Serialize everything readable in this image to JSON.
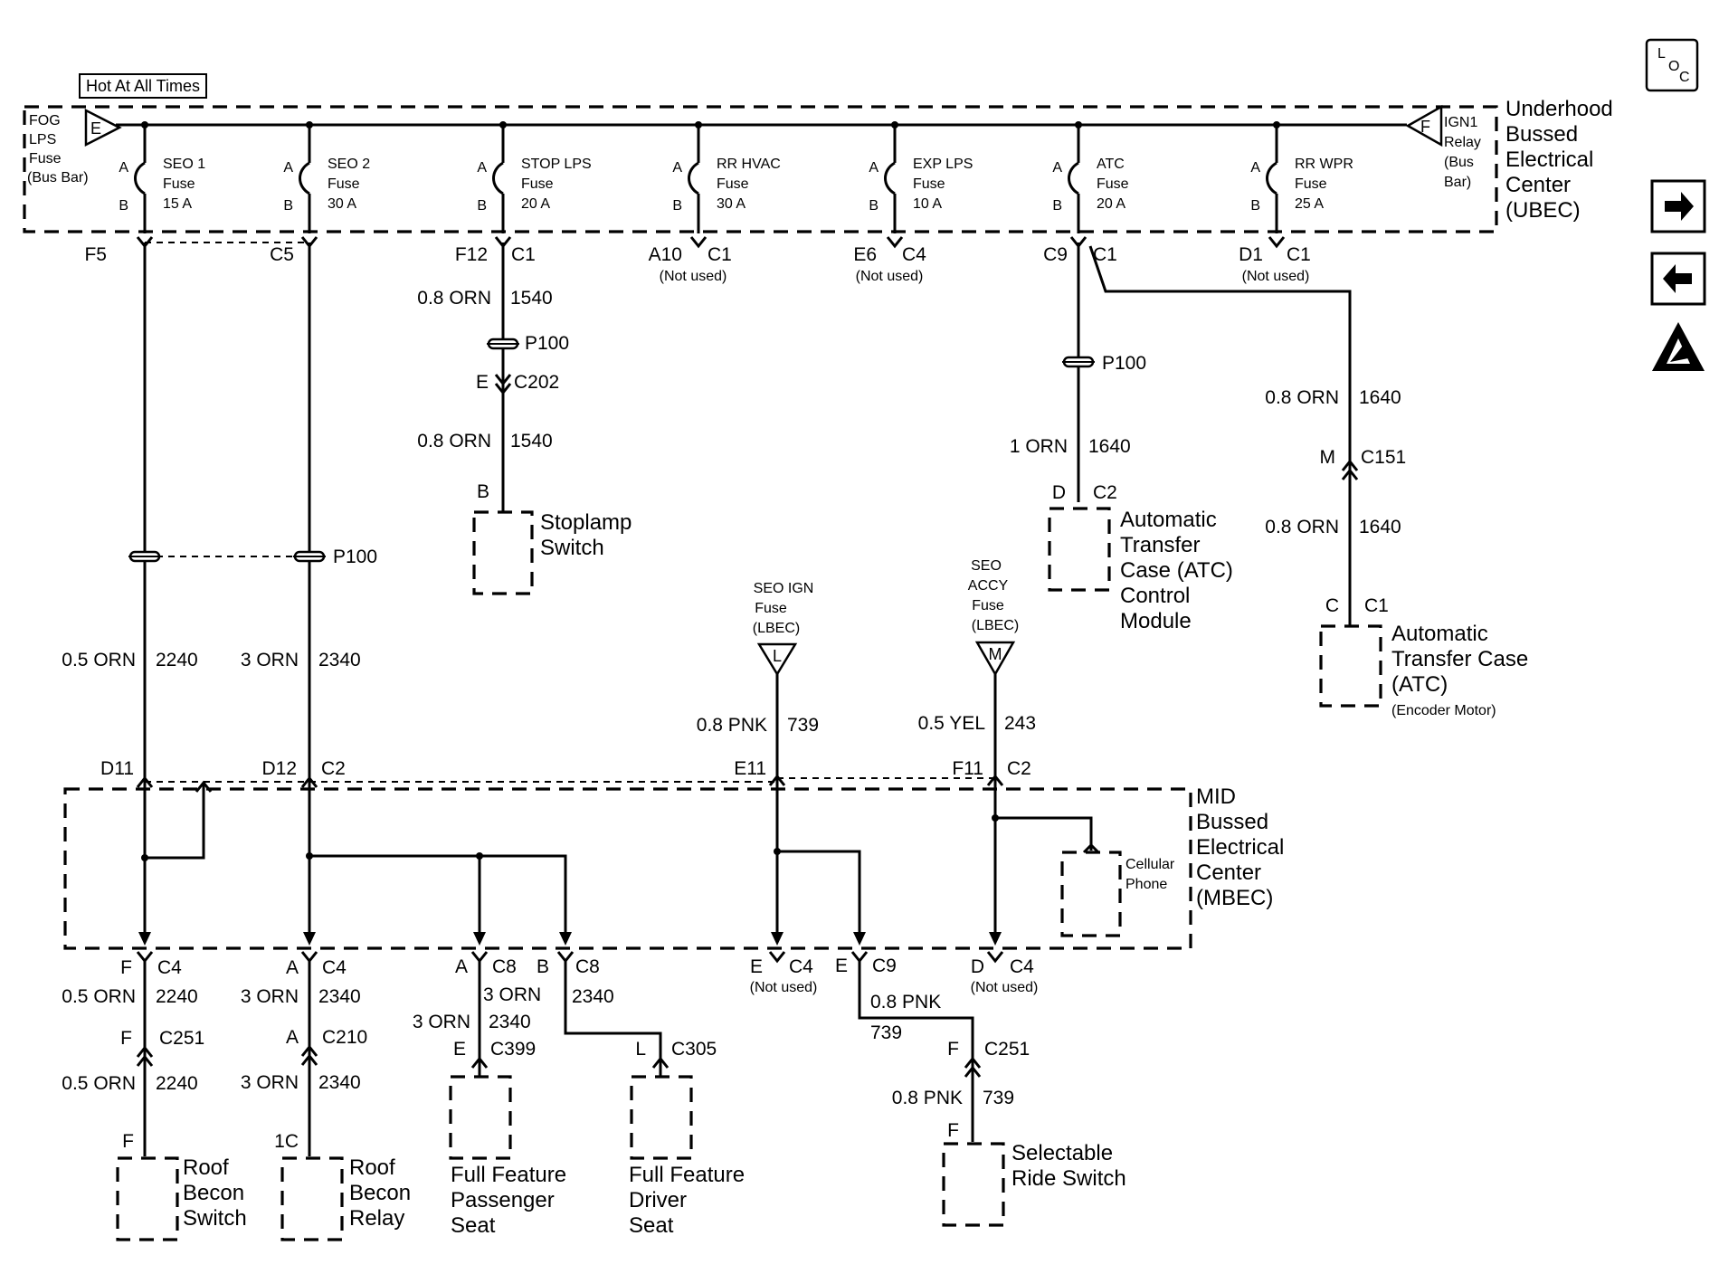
{
  "header": {
    "hot_label": "Hot At All Times"
  },
  "ubec": {
    "title_lines": [
      "Underhood",
      "Bussed",
      "Electrical",
      "Center",
      "(UBEC)"
    ],
    "left_feed": {
      "letter": "E",
      "lines": [
        "FOG",
        "LPS",
        "Fuse",
        "(Bus Bar)"
      ]
    },
    "right_feed": {
      "letter": "F",
      "lines": [
        "IGN1",
        "Relay",
        "(Bus",
        "Bar)"
      ]
    },
    "fuses": [
      {
        "lines": [
          "SEO 1",
          "Fuse",
          "15 A"
        ]
      },
      {
        "lines": [
          "SEO 2",
          "Fuse",
          "30 A"
        ]
      },
      {
        "lines": [
          "STOP LPS",
          "Fuse",
          "20 A"
        ]
      },
      {
        "lines": [
          "RR HVAC",
          "Fuse",
          "30 A"
        ]
      },
      {
        "lines": [
          "EXP LPS",
          "Fuse",
          "10 A"
        ]
      },
      {
        "lines": [
          "ATC",
          "Fuse",
          "20 A"
        ]
      },
      {
        "lines": [
          "RR WPR",
          "Fuse",
          "25 A"
        ]
      }
    ],
    "pin_a": "A",
    "pin_b": "B",
    "outputs": [
      {
        "pin": "F5",
        "conn": ""
      },
      {
        "pin": "C5",
        "conn": ""
      },
      {
        "pin": "F12",
        "conn": "C1"
      },
      {
        "pin": "A10",
        "conn": "C1",
        "note": "(Not used)"
      },
      {
        "pin": "E6",
        "conn": "C4",
        "note": "(Not used)"
      },
      {
        "pin": "C9",
        "conn": "C1"
      },
      {
        "pin": "D1",
        "conn": "C1",
        "note": "(Not used)"
      }
    ]
  },
  "stoplamp": {
    "w1_size": "0.8 ORN",
    "w1_circuit": "1540",
    "p100": "P100",
    "c202_pin": "E",
    "c202": "C202",
    "w2_size": "0.8 ORN",
    "w2_circuit": "1540",
    "sw_pin": "B",
    "sw_lines": [
      "Stoplamp",
      "Switch"
    ]
  },
  "atc_module": {
    "p100": "P100",
    "w_size": "1 ORN",
    "w_circuit": "1640",
    "pin": "D",
    "conn": "C2",
    "lines": [
      "Automatic",
      "Transfer",
      "Case (ATC)",
      "Control",
      "Module"
    ]
  },
  "atc_motor": {
    "w1_size": "0.8 ORN",
    "w1_circuit": "1640",
    "c151_pin": "M",
    "c151": "C151",
    "w2_size": "0.8 ORN",
    "w2_circuit": "1640",
    "pin": "C",
    "conn": "C1",
    "lines": [
      "Automatic",
      "Transfer Case",
      "(ATC)"
    ],
    "sub": "(Encoder Motor)"
  },
  "p100_left": "P100",
  "roof_wires": {
    "a_size": "0.5 ORN",
    "a_circuit": "2240",
    "b_size": "3 ORN",
    "b_circuit": "2340"
  },
  "seo_ign": {
    "lines": [
      "SEO IGN",
      "Fuse",
      "(LBEC)"
    ],
    "letter": "L",
    "w_size": "0.8 PNK",
    "w_circuit": "739"
  },
  "seo_accy": {
    "lines": [
      "SEO",
      "ACCY",
      "Fuse",
      "(LBEC)"
    ],
    "letter": "M",
    "w_size": "0.5 YEL",
    "w_circuit": "243"
  },
  "mbec": {
    "title_lines": [
      "MID",
      "Bussed",
      "Electrical",
      "Center",
      "(MBEC)"
    ],
    "top_pins": [
      {
        "pin": "D11",
        "conn": ""
      },
      {
        "pin": "D12",
        "conn": "C2"
      },
      {
        "pin": "E11",
        "conn": ""
      },
      {
        "pin": "F11",
        "conn": "C2"
      }
    ],
    "cellular_lines": [
      "Cellular",
      "Phone"
    ],
    "bottom": [
      {
        "pin": "F",
        "conn": "C4"
      },
      {
        "pin": "A",
        "conn": "C4"
      },
      {
        "pin": "A",
        "conn": "C8"
      },
      {
        "pin": "B",
        "conn": "C8"
      },
      {
        "pin": "E",
        "conn": "C4",
        "note": "(Not used)"
      },
      {
        "pin": "E",
        "conn": "C9"
      },
      {
        "pin": "D",
        "conn": "C4",
        "note": "(Not used)"
      }
    ]
  },
  "roof_switch": {
    "w1_size": "0.5 ORN",
    "w1_circuit": "2240",
    "c_pin": "F",
    "conn": "C251",
    "w2_size": "0.5 ORN",
    "w2_circuit": "2240",
    "dev_pin": "F",
    "lines": [
      "Roof",
      "Becon",
      "Switch"
    ]
  },
  "roof_relay": {
    "w1_size": "3 ORN",
    "w1_circuit": "2340",
    "c_pin": "A",
    "conn": "C210",
    "w2_size": "3 ORN",
    "w2_circuit": "2340",
    "dev_pin": "1C",
    "lines": [
      "Roof",
      "Becon",
      "Relay"
    ]
  },
  "pass_seat": {
    "w1_size": "3 ORN",
    "w1_circuit": "2340",
    "c_pin": "E",
    "conn": "C399",
    "lines": [
      "Full Feature",
      "Passenger",
      "Seat"
    ]
  },
  "driver_seat": {
    "w_circuit": "2340",
    "c_pin": "L",
    "conn": "C305",
    "lines": [
      "Full Feature",
      "Driver",
      "Seat"
    ]
  },
  "ride_switch": {
    "w1_size": "0.8 PNK",
    "w1_circuit": "739",
    "c_pin": "F",
    "conn": "C251",
    "w2_size": "0.8 PNK",
    "w2_circuit": "739",
    "dev_pin": "F",
    "lines": [
      "Selectable",
      "Ride Switch"
    ]
  },
  "nav": {
    "loc_l": "L",
    "loc_o": "O",
    "loc_c": "C",
    "icons": [
      "loc-icon",
      "arrow-right-icon",
      "arrow-left-icon",
      "esd-warning-icon"
    ]
  }
}
